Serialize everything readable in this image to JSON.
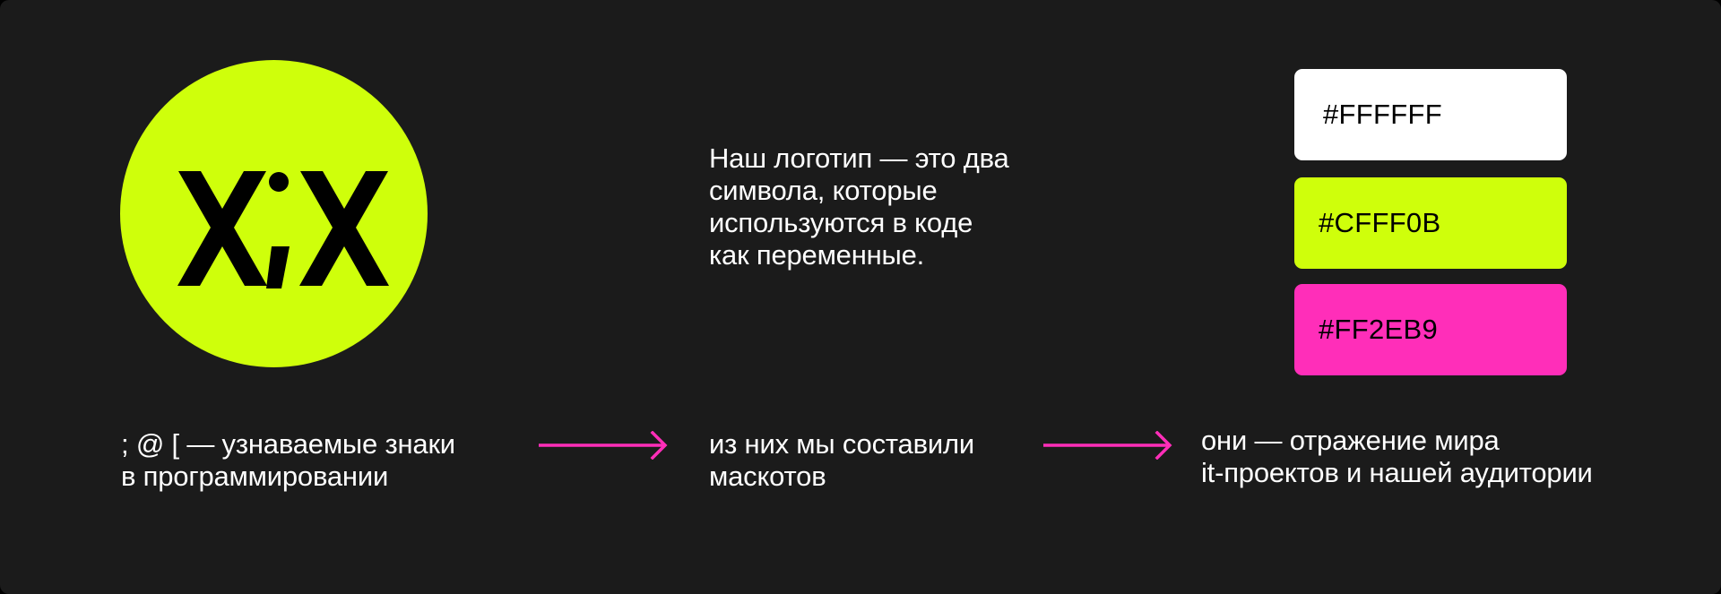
{
  "logo": {
    "mark": "X;X",
    "circle_color": "#CFFF0B",
    "mark_color": "#000000"
  },
  "about": {
    "text": "Наш логотип — это два\nсимвола, которые\nиспользуются в коде\nкак переменные."
  },
  "palette": {
    "swatches": [
      {
        "label": "#FFFFFF",
        "color": "#FFFFFF"
      },
      {
        "label": "#CFFF0B",
        "color": "#CFFF0B"
      },
      {
        "label": "#FF2EB9",
        "color": "#FF2EB9"
      }
    ]
  },
  "flow": {
    "arrow_color": "#FF2EB9",
    "steps": [
      {
        "text": "; @ [ — узнаваемые знаки\nв программировании"
      },
      {
        "text": "из них мы составили\nмаскотов"
      },
      {
        "text": "они — отражение мира\nit-проектов и нашей аудитории"
      }
    ]
  },
  "colors": {
    "background": "#1B1B1B",
    "text": "#FFFFFF"
  }
}
